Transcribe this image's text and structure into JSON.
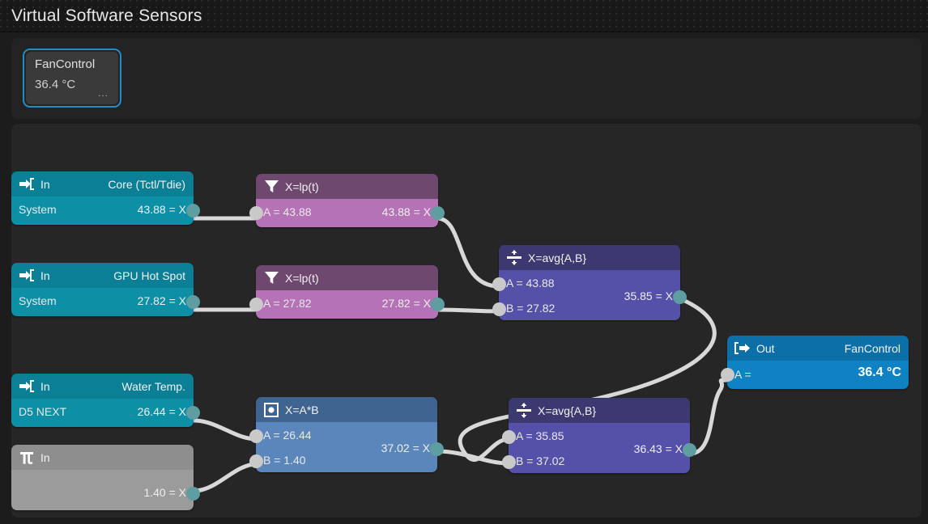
{
  "window": {
    "title": "Virtual Software Sensors"
  },
  "sensor_card": {
    "name": "FanControl",
    "value": "36.4 °C",
    "ellipsis": "...",
    "selected_border_color": "#1e8ec8"
  },
  "colors": {
    "background": "#1c1c1c",
    "panel": "#262626",
    "card_panel": "#232323",
    "titlebar": "#181818",
    "input_node": "#0d8fa6",
    "pi_node": "#9b9b9b",
    "filter_node": "#b572b6",
    "avg_node": "#5550a8",
    "multiply_node": "#5b86bb",
    "output_node": "#0f82c4",
    "wire": "#d8d8d8",
    "port_in": "#c9c9c9",
    "port_out": "#5f9ea0"
  },
  "nodes": [
    {
      "id": "in-core",
      "kind": "input",
      "icon": "sign-in-icon",
      "head_label": "In",
      "head_right": "Core (Tctl/Tdie)",
      "rows": [
        {
          "left": "System",
          "right": "43.88 = X"
        }
      ]
    },
    {
      "id": "in-gpu",
      "kind": "input",
      "icon": "sign-in-icon",
      "head_label": "In",
      "head_right": "GPU Hot Spot",
      "rows": [
        {
          "left": "System",
          "right": "27.82 = X"
        }
      ]
    },
    {
      "id": "in-water",
      "kind": "input",
      "icon": "sign-in-icon",
      "head_label": "In",
      "head_right": "Water Temp.",
      "rows": [
        {
          "left": "D5 NEXT",
          "right": "26.44 = X"
        }
      ]
    },
    {
      "id": "in-const",
      "kind": "constant",
      "icon": "pi-icon",
      "head_label": "In",
      "head_right": "",
      "rows": [
        {
          "left": "",
          "right": "1.40 = X"
        }
      ]
    },
    {
      "id": "filter-core",
      "kind": "filter",
      "icon": "funnel-icon",
      "head_label": "X=lp(t)",
      "head_right": "",
      "rows": [
        {
          "left": "A = 43.88",
          "right": "43.88 = X"
        }
      ]
    },
    {
      "id": "filter-gpu",
      "kind": "filter",
      "icon": "funnel-icon",
      "head_label": "X=lp(t)",
      "head_right": "",
      "rows": [
        {
          "left": "A = 27.82",
          "right": "27.82 = X"
        }
      ]
    },
    {
      "id": "avg-top",
      "kind": "average",
      "icon": "divide-icon",
      "head_label": "X=avg{A,B}",
      "head_right": "",
      "rows": [
        {
          "left": "A = 43.88",
          "right": ""
        },
        {
          "left": "B = 27.82",
          "right": ""
        }
      ],
      "output": "35.85 = X"
    },
    {
      "id": "multiply",
      "kind": "multiply",
      "icon": "dot-square-icon",
      "head_label": "X=A*B",
      "head_right": "",
      "rows": [
        {
          "left": "A = 26.44",
          "right": ""
        },
        {
          "left": "B = 1.40",
          "right": ""
        }
      ],
      "output": "37.02 = X"
    },
    {
      "id": "avg-bottom",
      "kind": "average",
      "icon": "divide-icon",
      "head_label": "X=avg{A,B}",
      "head_right": "",
      "rows": [
        {
          "left": "A = 35.85",
          "right": ""
        },
        {
          "left": "B = 37.02",
          "right": ""
        }
      ],
      "output": "36.43 = X"
    },
    {
      "id": "out-fancontrol",
      "kind": "output",
      "icon": "sign-out-icon",
      "head_label": "Out",
      "head_right": "FanControl",
      "rows": [
        {
          "left": "A =",
          "right": "36.4 °C"
        }
      ]
    }
  ]
}
